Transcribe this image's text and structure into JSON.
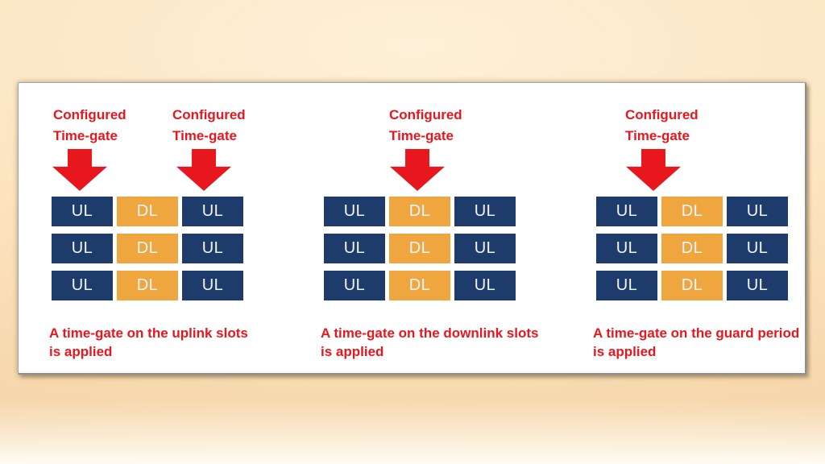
{
  "colors": {
    "uplink_cell": "#1d3c6b",
    "downlink_cell": "#f0a63e",
    "accent_red": "#e8161d",
    "cell_text": "#f2f5fa",
    "card_background": "#ffffff",
    "page_background_peach": "#fce5c1"
  },
  "panels": [
    {
      "labels": [
        {
          "line1": "Configured",
          "line2": "Time-gate"
        },
        {
          "line1": "Configured",
          "line2": "Time-gate"
        }
      ],
      "cells": [
        "UL",
        "DL",
        "UL",
        "UL",
        "DL",
        "UL",
        "UL",
        "DL",
        "UL"
      ],
      "caption": {
        "line1": "A time-gate on the uplink slots",
        "line2": "is applied"
      }
    },
    {
      "labels": [
        {
          "line1": "Configured",
          "line2": "Time-gate"
        }
      ],
      "cells": [
        "UL",
        "DL",
        "UL",
        "UL",
        "DL",
        "UL",
        "UL",
        "DL",
        "UL"
      ],
      "caption": {
        "line1": "A time-gate on the downlink slots",
        "line2": "is applied"
      }
    },
    {
      "labels": [
        {
          "line1": "Configured",
          "line2": "Time-gate"
        }
      ],
      "cells": [
        "UL",
        "DL",
        "UL",
        "UL",
        "DL",
        "UL",
        "UL",
        "DL",
        "UL"
      ],
      "caption": {
        "line1": "A time-gate on the guard period",
        "line2": "is applied"
      }
    }
  ]
}
